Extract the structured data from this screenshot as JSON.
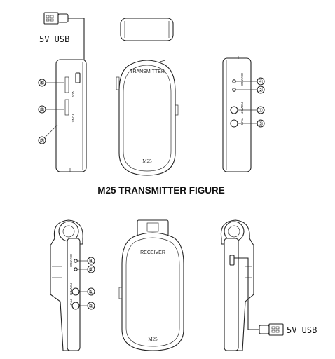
{
  "usb_label_top": "5V USB",
  "usb_label_bottom": "5V USB",
  "figure_title": "M25 TRANSMITTER FIGURE",
  "transmitter_front_text": "TRANSMITTER",
  "transmitter_model": "M25",
  "receiver_front_text": "RECEIVER",
  "receiver_model": "M25",
  "side_labels": {
    "vol": "VOL",
    "tone": "TONE",
    "charge": "CHARGE",
    "power": "POWER",
    "pair": "PAIR"
  },
  "callouts": {
    "c1": "①",
    "c2": "②",
    "c3": "③",
    "c4": "④",
    "c5": "⑤",
    "c6": "⑥",
    "c7": "⑦"
  }
}
